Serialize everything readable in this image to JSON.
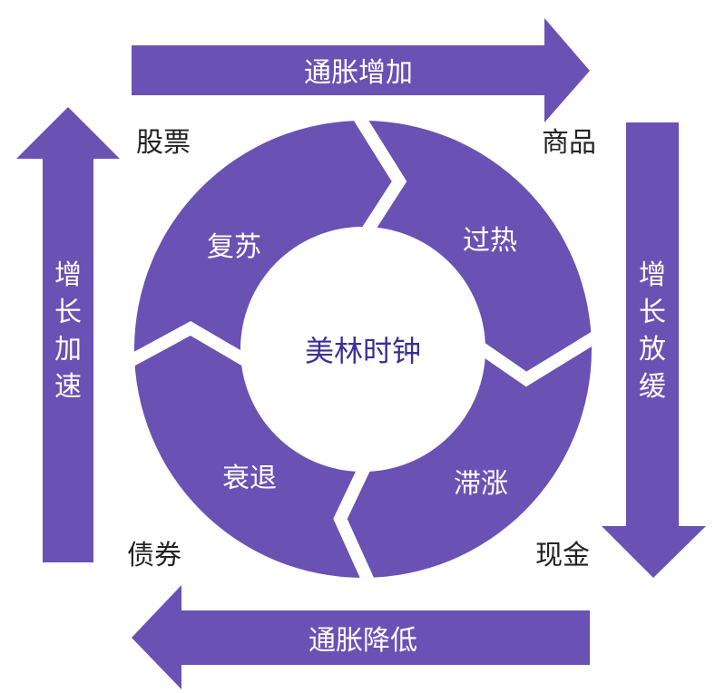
{
  "title": "美林时钟",
  "phases": [
    "复苏",
    "过热",
    "滞涨",
    "衰退"
  ],
  "assets": {
    "top_left": "股票",
    "top_right": "商品",
    "bottom_right": "现金",
    "bottom_left": "债券"
  },
  "arrows": {
    "top": "通胀增加",
    "right": [
      "增",
      "长",
      "放",
      "缓"
    ],
    "bottom": "通胀降低",
    "left": [
      "增",
      "长",
      "加",
      "速"
    ]
  },
  "colors": {
    "purple": "#6a51b4",
    "center_text": "#3a2f96"
  }
}
